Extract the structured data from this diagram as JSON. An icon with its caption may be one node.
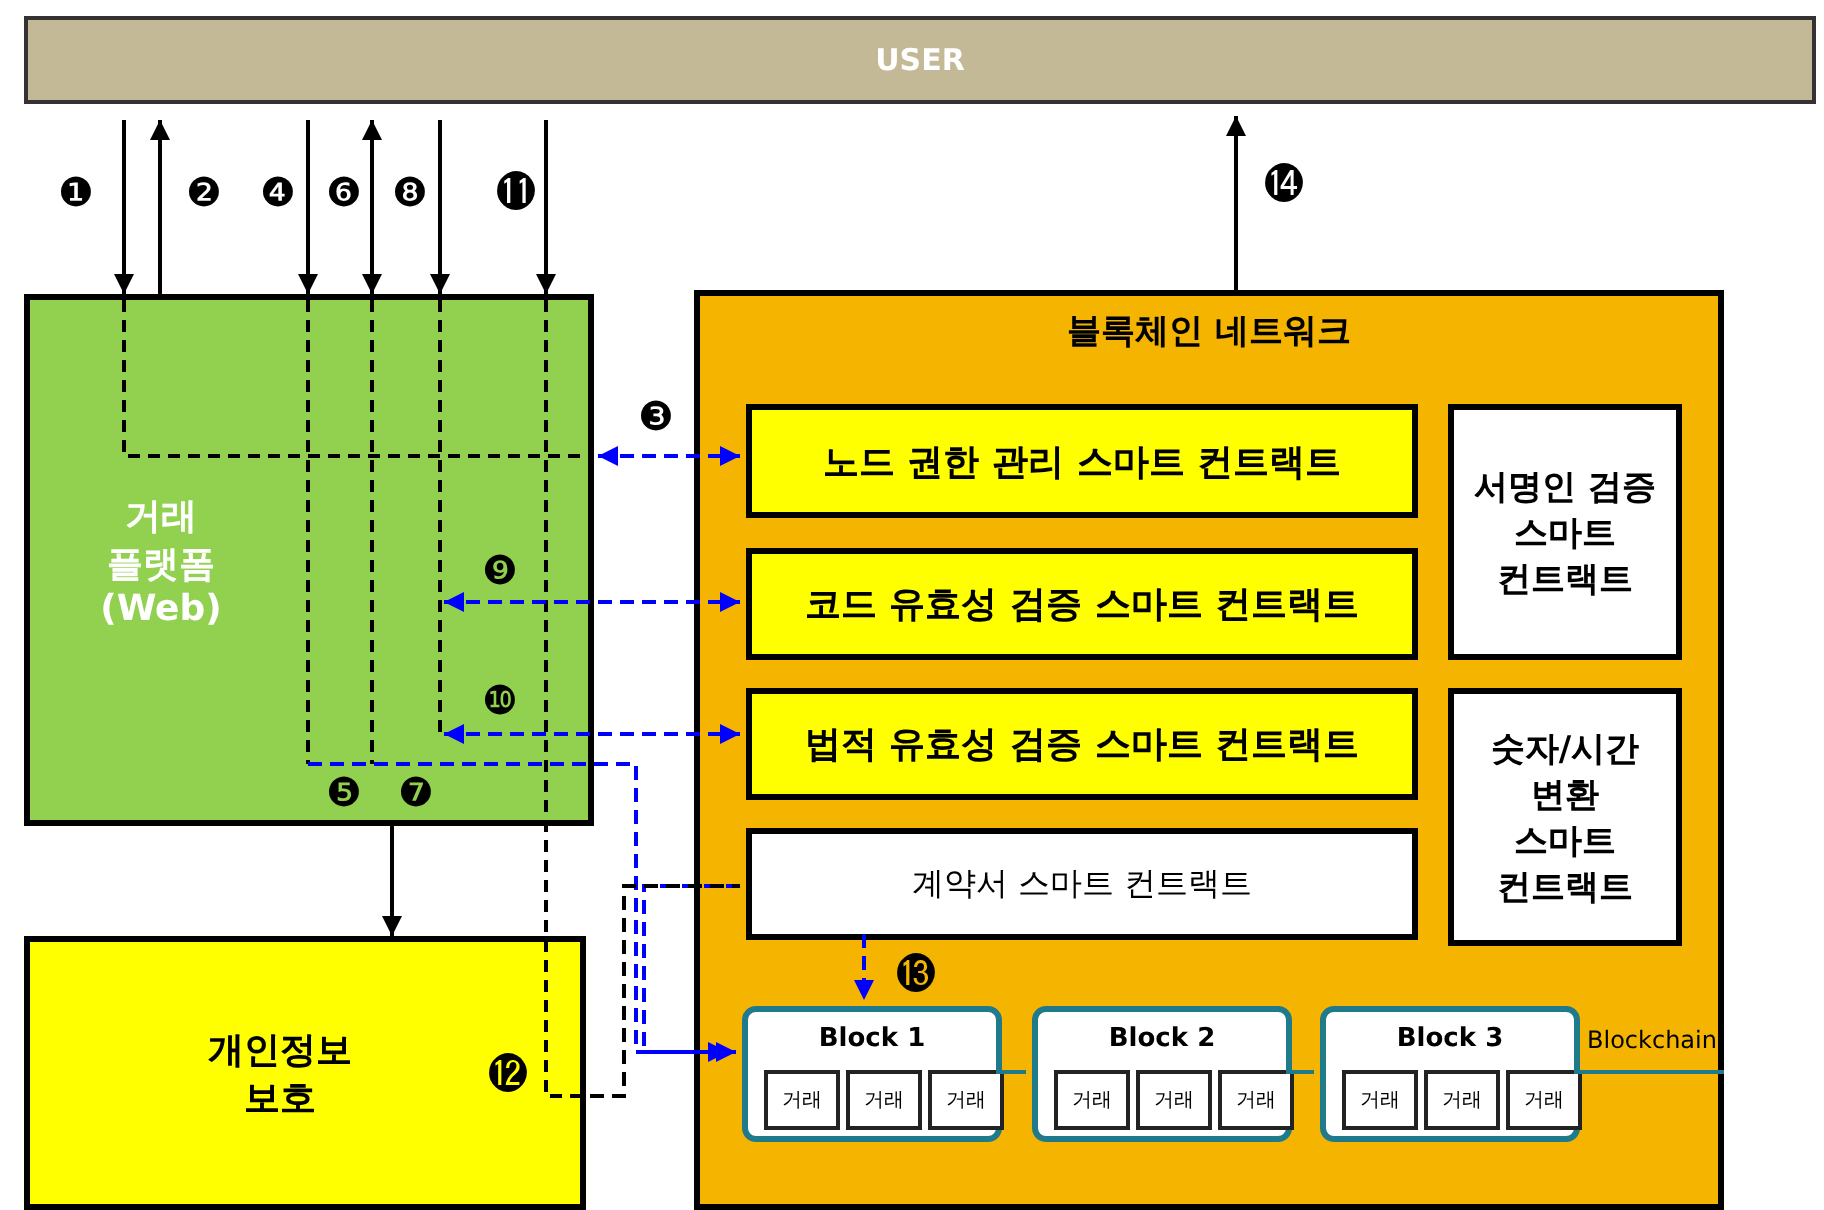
{
  "diagram": {
    "nodes": [
      {
        "text": [
          "USER"
        ]
      },
      {
        "text": [
          "거래 플랫폼 (Web)"
        ]
      },
      {
        "text": [
          "개인정보 보호"
        ]
      },
      {
        "text": [
          "블록체인 네트워크"
        ]
      },
      {
        "text": [
          "노드 권한 관리 스마트 컨트랙트"
        ],
        "in": 3
      },
      {
        "text": [
          "코드 유효성 검증 스마트 컨트랙트"
        ],
        "in": 3
      },
      {
        "text": [
          "법적 유효성 검증 스마트 컨트랙트"
        ],
        "in": 3
      },
      {
        "text": [
          "계약서 스마트 컨트랙트"
        ],
        "in": 3
      },
      {
        "text": [
          "서명인 검증 스마트 컨트랙트"
        ],
        "in": 3
      },
      {
        "text": [
          "숫자/시간 변환 스마트 컨트랙트"
        ],
        "in": 3
      },
      {
        "text": [
          "Block 1"
        ],
        "in": 3
      },
      {
        "text": [
          "거래"
        ],
        "in": 10
      },
      {
        "text": [
          "거래"
        ],
        "in": 10
      },
      {
        "text": [
          "거래"
        ],
        "in": 10
      },
      {
        "text": [
          "Block 2"
        ],
        "in": 3
      },
      {
        "text": [
          "거래"
        ],
        "in": 14
      },
      {
        "text": [
          "거래"
        ],
        "in": 14
      },
      {
        "text": [
          "거래"
        ],
        "in": 14
      },
      {
        "text": [
          "Block 3"
        ],
        "in": 3
      },
      {
        "text": [
          "거래"
        ],
        "in": 18
      },
      {
        "text": [
          "거래"
        ],
        "in": 18
      },
      {
        "text": [
          "거래"
        ],
        "in": 18
      }
    ],
    "edges": [
      {
        "from": 0,
        "to": 1,
        "arrow": "to",
        "label": "❶"
      },
      {
        "from": 1,
        "to": 0,
        "arrow": "to",
        "label": "❷"
      },
      {
        "from": 0,
        "to": 1,
        "arrow": "to",
        "label": "❹"
      },
      {
        "from": 0,
        "to": 1,
        "arrow": "both",
        "label": "❻"
      },
      {
        "from": 0,
        "to": 1,
        "arrow": "to",
        "label": "❽"
      },
      {
        "from": 0,
        "to": 1,
        "arrow": "to",
        "label": "⓫"
      },
      {
        "from": 1,
        "to": 4,
        "arrow": "both",
        "label": "❸",
        "style": "dashed",
        "color": "#0000ff"
      },
      {
        "from": 1,
        "to": 5,
        "arrow": "both",
        "label": "❾",
        "style": "dashed",
        "color": "#0000ff"
      },
      {
        "from": 1,
        "to": 6,
        "arrow": "both",
        "label": "❿",
        "style": "dashed",
        "color": "#0000ff"
      },
      {
        "from": 1,
        "to": 10,
        "arrow": "to",
        "style": "dashed",
        "color": "#0000ff"
      },
      {
        "from": 7,
        "to": 10,
        "arrow": "to",
        "style": "dashed",
        "color": "#0000ff"
      },
      {
        "from": 7,
        "to": 10,
        "arrow": "to",
        "label": "⓭",
        "style": "dashed",
        "color": "#0000ff"
      },
      {
        "from": 2,
        "to": 7,
        "arrow": "none",
        "style": "dashed"
      },
      {
        "from": 1,
        "to": 2,
        "arrow": "to"
      },
      {
        "from": 3,
        "to": 0,
        "arrow": "to",
        "label": "⓮"
      },
      {
        "from": 10,
        "to": 14,
        "arrow": "none",
        "color": "#1f7a8c"
      },
      {
        "from": 14,
        "to": 18,
        "arrow": "none",
        "color": "#1f7a8c"
      },
      {
        "from": 18,
        "to": null,
        "arrow": "none",
        "color": "#1f7a8c",
        "label": "Blockchain"
      }
    ],
    "labels": [
      "❺",
      "❼",
      "⓬"
    ]
  }
}
